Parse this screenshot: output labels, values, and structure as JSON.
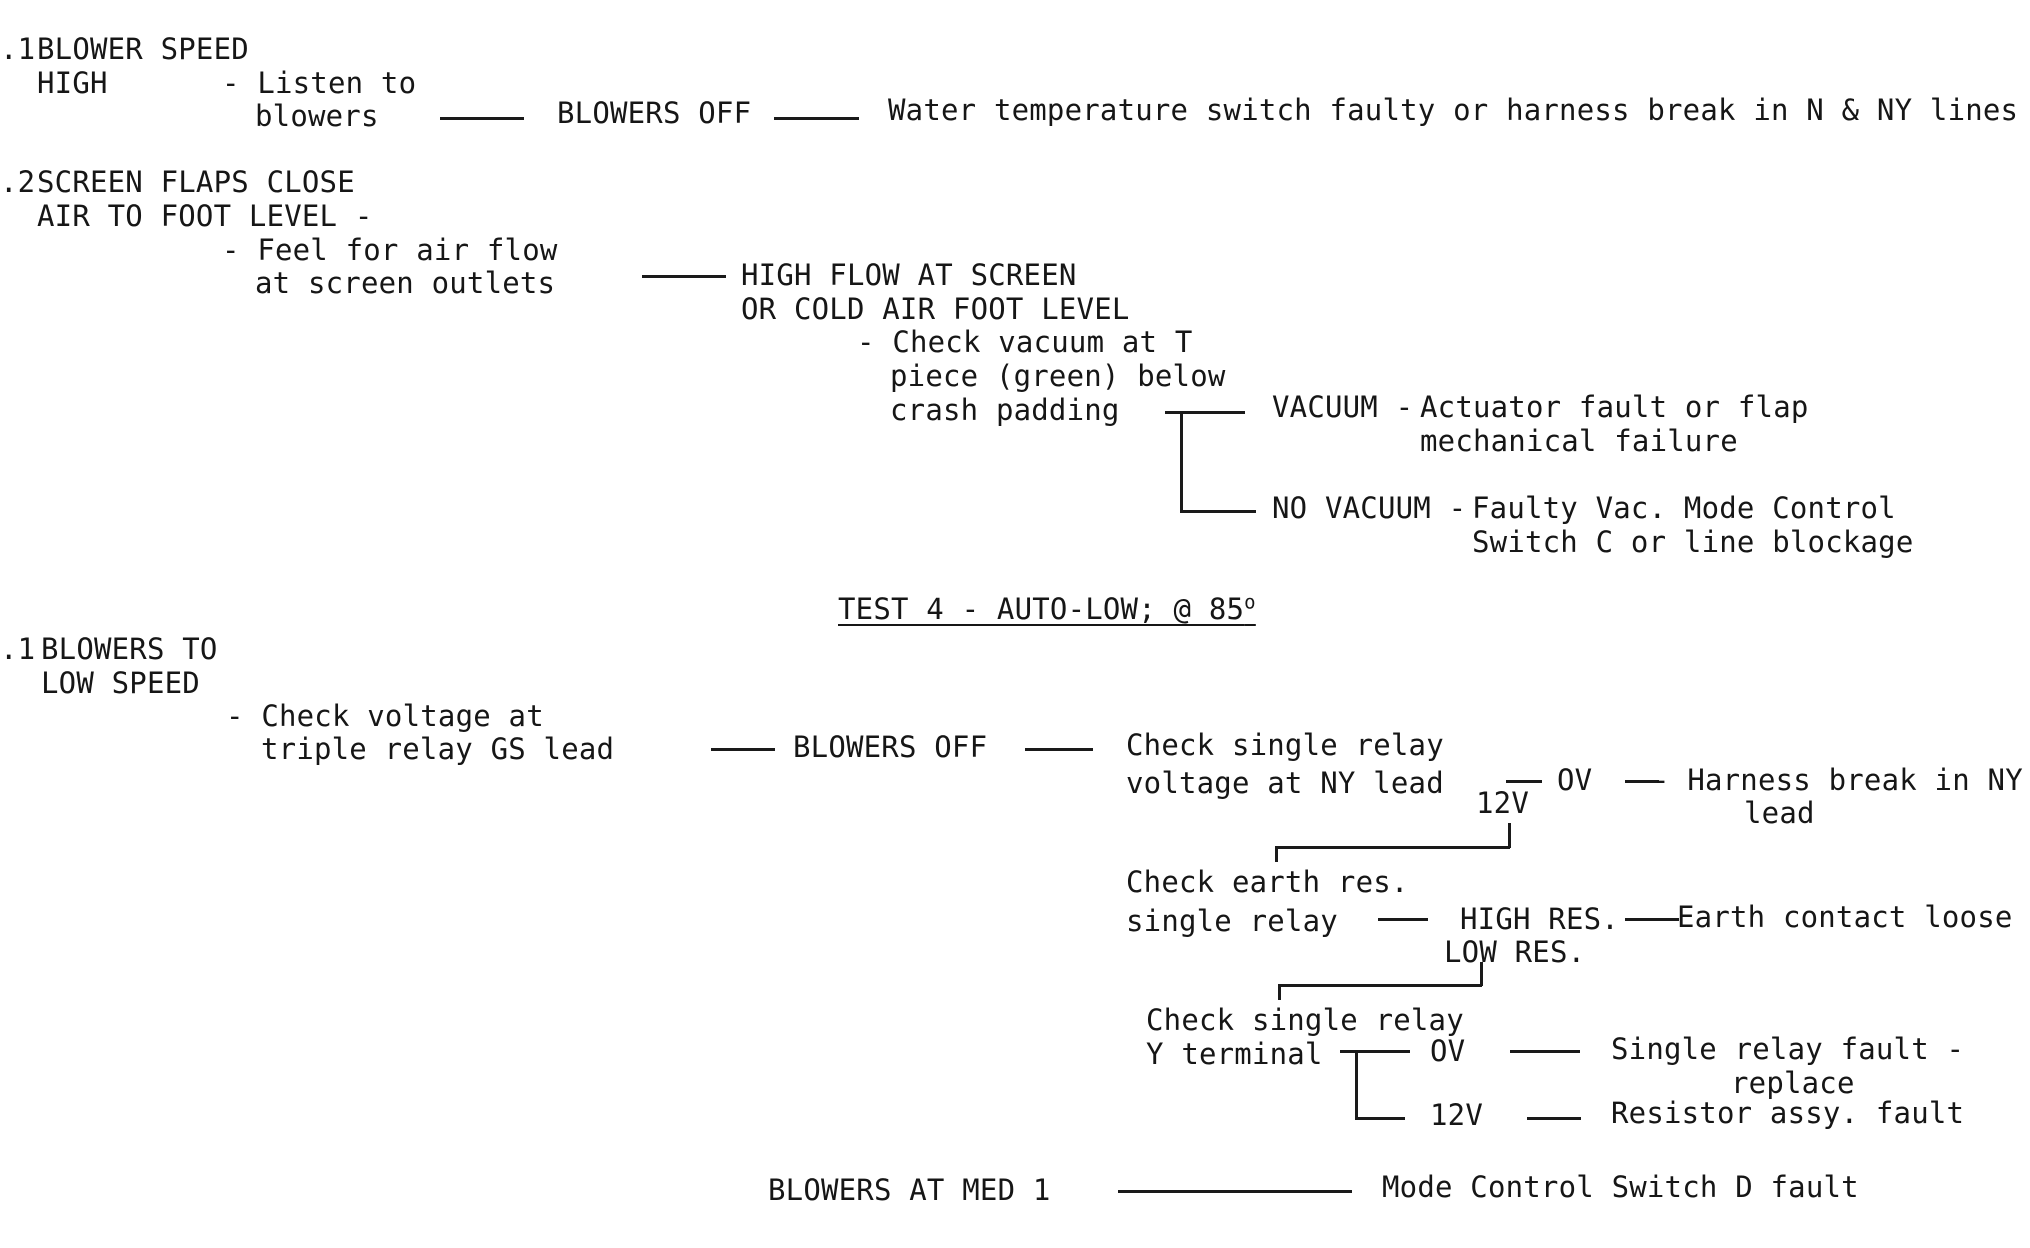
{
  "test3": {
    "s1": {
      "num": ".1",
      "title1": "BLOWER SPEED",
      "title2": "HIGH",
      "check1": "- Listen to",
      "check2": "blowers",
      "result": "BLOWERS OFF",
      "diagnosis": "Water temperature switch faulty or harness break in N & NY lines"
    },
    "s2": {
      "num": ".2",
      "title1": "SCREEN FLAPS CLOSE",
      "title2": "AIR TO FOOT LEVEL -",
      "check1": "- Feel for air flow",
      "check2": "at screen outlets",
      "result1": "HIGH FLOW AT SCREEN",
      "result2": "OR COLD AIR FOOT LEVEL",
      "sub1": "- Check vacuum at T",
      "sub2": "piece (green) below",
      "sub3": "crash padding",
      "vac_label": "VACUUM -",
      "vac_diag1": "Actuator fault or flap",
      "vac_diag2": "mechanical failure",
      "novac_label": "NO VACUUM -",
      "novac_diag1": "Faulty Vac. Mode Control",
      "novac_diag2": "Switch C or line blockage"
    }
  },
  "test4": {
    "heading": "TEST 4 - AUTO-LOW; @ 85",
    "heading_sup": "o",
    "s1": {
      "num": ".1",
      "title1": "BLOWERS TO",
      "title2": "LOW SPEED",
      "check1": "- Check voltage at",
      "check2": "triple relay GS lead",
      "result": "BLOWERS OFF",
      "step1a": "Check single relay",
      "step1b": "voltage at NY lead",
      "ov1": "OV",
      "v12_1": "12V",
      "harness1": "- Harness break in NY",
      "harness2": "lead",
      "step2a": "Check earth res.",
      "step2b": "single relay",
      "high_res": "HIGH RES.",
      "earth_loose": "Earth contact loose",
      "low_res": "LOW RES.",
      "step3a": "Check single relay",
      "step3b": "Y terminal",
      "ov2": "OV",
      "relay_fault1": "Single relay fault -",
      "relay_fault2": "replace",
      "v12_2": "12V",
      "resistor_fault": "Resistor assy. fault"
    },
    "med": {
      "result": "BLOWERS AT MED 1",
      "diagnosis": "Mode Control Switch D fault"
    }
  }
}
